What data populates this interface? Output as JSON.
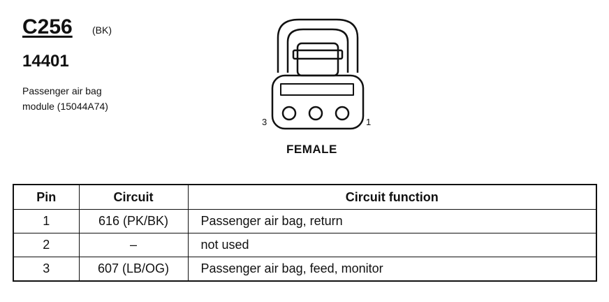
{
  "connector": {
    "id": "C256",
    "color_code": "(BK)",
    "part_number": "14401",
    "description_line1": "Passenger air bag",
    "description_line2": "module (15044A74)",
    "gender": "FEMALE",
    "pin_left_label": "3",
    "pin_right_label": "1"
  },
  "table": {
    "headers": {
      "pin": "Pin",
      "circuit": "Circuit",
      "function": "Circuit function"
    },
    "rows": [
      {
        "pin": "1",
        "circuit": "616 (PK/BK)",
        "function": "Passenger air bag, return"
      },
      {
        "pin": "2",
        "circuit": "–",
        "function": "not used"
      },
      {
        "pin": "3",
        "circuit": "607 (LB/OG)",
        "function": "Passenger air bag, feed, monitor"
      }
    ]
  }
}
